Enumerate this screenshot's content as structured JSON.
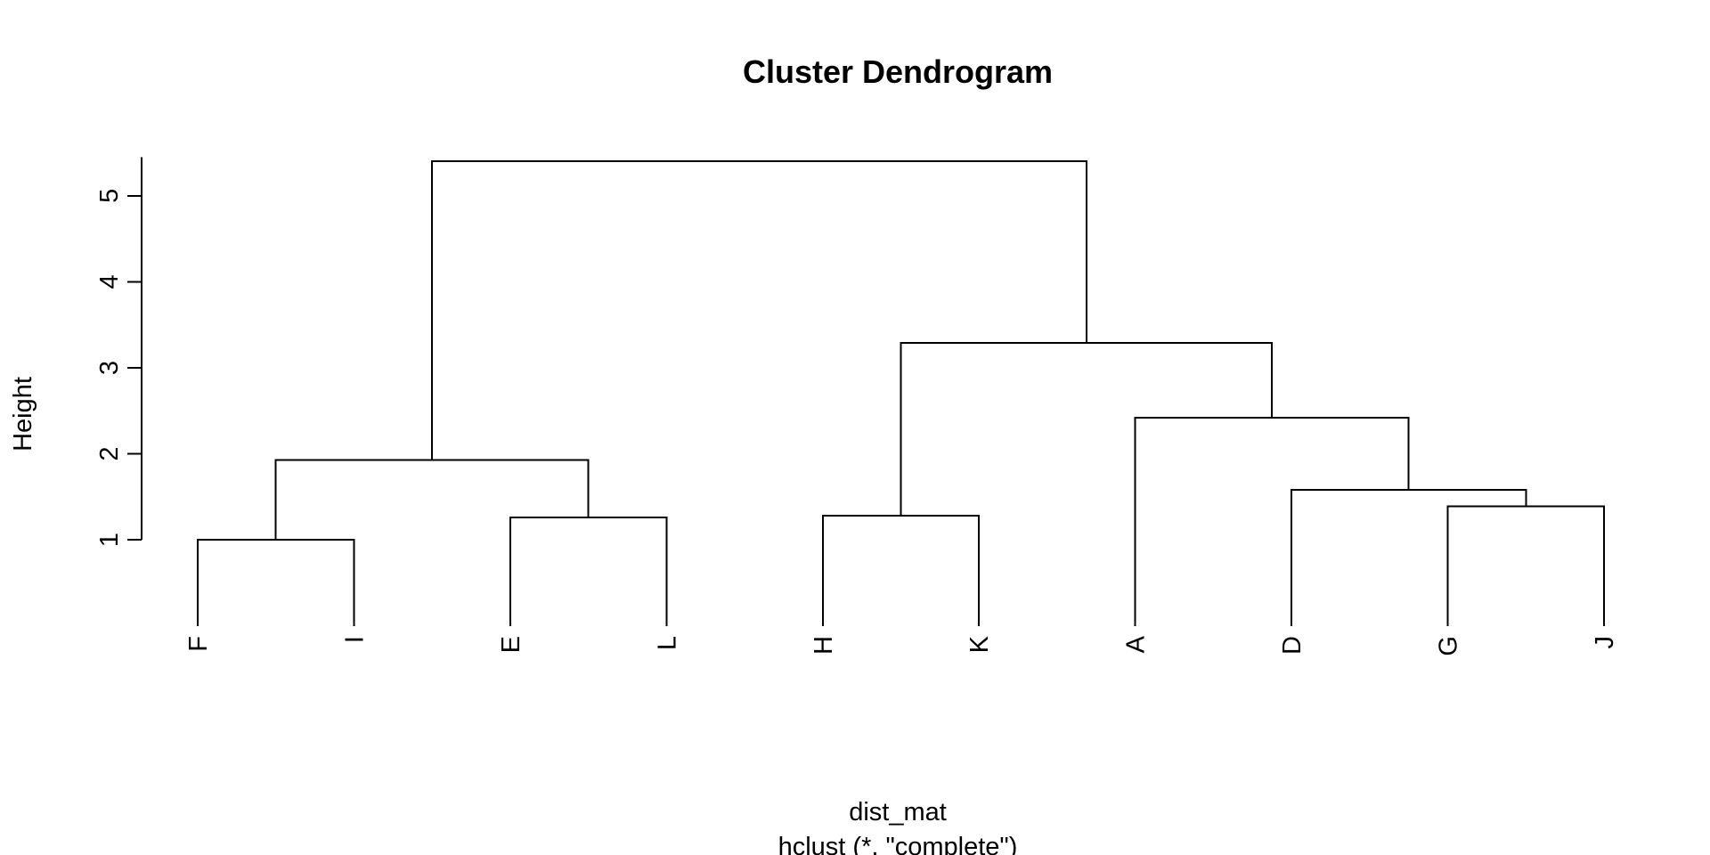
{
  "chart_data": {
    "type": "dendrogram",
    "title": "Cluster Dendrogram",
    "xlabel": "dist_mat",
    "sublabel": "hclust (*, \"complete\")",
    "ylabel": "Height",
    "yticks": [
      1,
      2,
      3,
      4,
      5
    ],
    "leaves": [
      "F",
      "I",
      "E",
      "L",
      "H",
      "K",
      "A",
      "D",
      "G",
      "J"
    ],
    "merges": [
      {
        "left": "F",
        "right": "I",
        "height": 1.0
      },
      {
        "left": "E",
        "right": "L",
        "height": 1.26
      },
      {
        "left": "H",
        "right": "K",
        "height": 1.28
      },
      {
        "left": "G",
        "right": "J",
        "height": 1.39
      },
      {
        "left": "D",
        "right": [
          "G",
          "J"
        ],
        "height": 1.58
      },
      {
        "left": [
          "F",
          "I"
        ],
        "right": [
          "E",
          "L"
        ],
        "height": 1.93
      },
      {
        "left": "A",
        "right": [
          "D",
          "G",
          "J"
        ],
        "height": 2.42
      },
      {
        "left": [
          "H",
          "K"
        ],
        "right": [
          "A",
          "D",
          "G",
          "J"
        ],
        "height": 3.29
      },
      {
        "left": [
          "F",
          "I",
          "E",
          "L"
        ],
        "right": [
          "H",
          "K",
          "A",
          "D",
          "G",
          "J"
        ],
        "height": 5.4
      }
    ]
  }
}
